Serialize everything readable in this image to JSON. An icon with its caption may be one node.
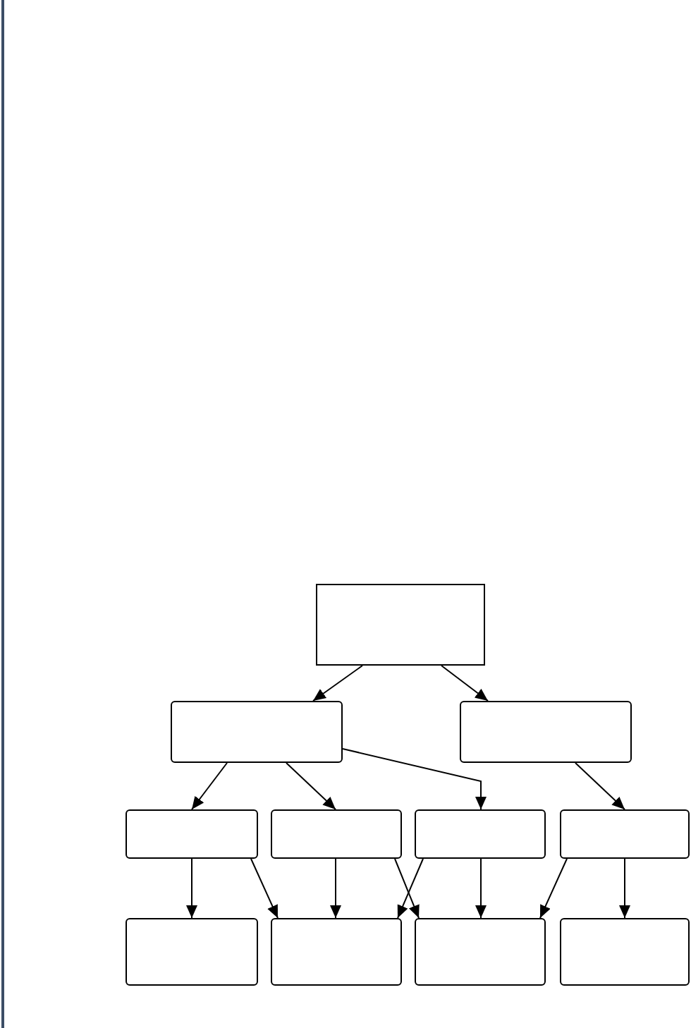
{
  "diagram": {
    "nodes": [
      {
        "text": [],
        "shape": "box"
      },
      {
        "text": [],
        "shape": "box"
      },
      {
        "text": [],
        "shape": "box"
      },
      {
        "text": [],
        "shape": "box"
      },
      {
        "text": [],
        "shape": "box"
      },
      {
        "text": [],
        "shape": "box"
      },
      {
        "text": [],
        "shape": "box"
      },
      {
        "text": [],
        "shape": "box"
      },
      {
        "text": [],
        "shape": "box"
      },
      {
        "text": [],
        "shape": "box"
      },
      {
        "text": [],
        "shape": "box"
      }
    ],
    "edges": [
      {
        "from": 0,
        "to": 1,
        "arrow": "to"
      },
      {
        "from": 0,
        "to": 2,
        "arrow": "to"
      },
      {
        "from": 1,
        "to": 3,
        "arrow": "to"
      },
      {
        "from": 1,
        "to": 4,
        "arrow": "to"
      },
      {
        "from": 1,
        "to": 5,
        "arrow": "to"
      },
      {
        "from": 2,
        "to": 6,
        "arrow": "to"
      },
      {
        "from": 3,
        "to": 7,
        "arrow": "to"
      },
      {
        "from": 3,
        "to": 8,
        "arrow": "to"
      },
      {
        "from": 4,
        "to": 8,
        "arrow": "to"
      },
      {
        "from": 4,
        "to": 9,
        "arrow": "to"
      },
      {
        "from": 5,
        "to": 8,
        "arrow": "to"
      },
      {
        "from": 5,
        "to": 9,
        "arrow": "to"
      },
      {
        "from": 6,
        "to": 9,
        "arrow": "to"
      },
      {
        "from": 6,
        "to": 10,
        "arrow": "to"
      }
    ]
  }
}
